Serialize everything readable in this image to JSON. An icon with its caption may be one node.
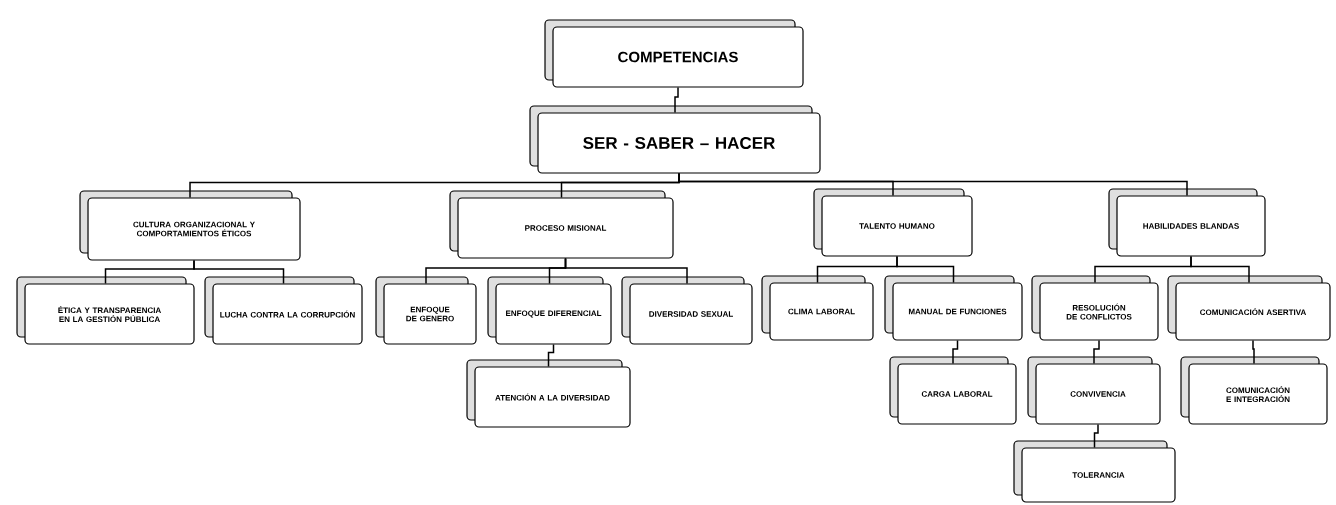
{
  "diagram": {
    "nodes": [
      {
        "text": [
          "COMPETENCIAS"
        ]
      },
      {
        "text": [
          "SER - SABER – HACER"
        ]
      },
      {
        "text": [
          "CULTURA ORGANIZACIONAL Y COMPORTAMIENTOS ÉTICOS"
        ]
      },
      {
        "text": [
          "PROCESO MISIONAL"
        ]
      },
      {
        "text": [
          "TALENTO HUMANO"
        ]
      },
      {
        "text": [
          "HABILIDADES BLANDAS"
        ]
      },
      {
        "text": [
          "ÉTICA Y TRANSPARENCIA EN LA GESTIÓN PÚBLICA"
        ]
      },
      {
        "text": [
          "LUCHA CONTRA LA CORRUPCIÓN"
        ]
      },
      {
        "text": [
          "ENFOQUE DE GENERO"
        ]
      },
      {
        "text": [
          "ENFOQUE DIFERENCIAL"
        ]
      },
      {
        "text": [
          "DIVERSIDAD SEXUAL"
        ]
      },
      {
        "text": [
          "ATENCIÓN A LA DIVERSIDAD"
        ]
      },
      {
        "text": [
          "CLIMA LABORAL"
        ]
      },
      {
        "text": [
          "MANUAL DE FUNCIONES"
        ]
      },
      {
        "text": [
          "CARGA LABORAL"
        ]
      },
      {
        "text": [
          "RESOLUCIÓN DE CONFLICTOS"
        ]
      },
      {
        "text": [
          "COMUNICACIÓN ASERTIVA"
        ]
      },
      {
        "text": [
          "CONVIVENCIA"
        ]
      },
      {
        "text": [
          "COMUNICACIÓN E INTEGRACIÓN"
        ]
      },
      {
        "text": [
          "TOLERANCIA"
        ]
      }
    ],
    "edges": [
      {
        "from": 0,
        "to": 1,
        "arrow": "none"
      },
      {
        "from": 1,
        "to": 2,
        "arrow": "none"
      },
      {
        "from": 1,
        "to": 3,
        "arrow": "none"
      },
      {
        "from": 1,
        "to": 4,
        "arrow": "none"
      },
      {
        "from": 1,
        "to": 5,
        "arrow": "none"
      },
      {
        "from": 2,
        "to": 6,
        "arrow": "none"
      },
      {
        "from": 2,
        "to": 7,
        "arrow": "none"
      },
      {
        "from": 3,
        "to": 8,
        "arrow": "none"
      },
      {
        "from": 3,
        "to": 9,
        "arrow": "none"
      },
      {
        "from": 3,
        "to": 10,
        "arrow": "none"
      },
      {
        "from": 9,
        "to": 11,
        "arrow": "none"
      },
      {
        "from": 4,
        "to": 12,
        "arrow": "none"
      },
      {
        "from": 4,
        "to": 13,
        "arrow": "none"
      },
      {
        "from": 13,
        "to": 14,
        "arrow": "none"
      },
      {
        "from": 5,
        "to": 15,
        "arrow": "none"
      },
      {
        "from": 5,
        "to": 16,
        "arrow": "none"
      },
      {
        "from": 15,
        "to": 17,
        "arrow": "none"
      },
      {
        "from": 17,
        "to": 19,
        "arrow": "none"
      },
      {
        "from": 16,
        "to": 18,
        "arrow": "none"
      }
    ]
  }
}
